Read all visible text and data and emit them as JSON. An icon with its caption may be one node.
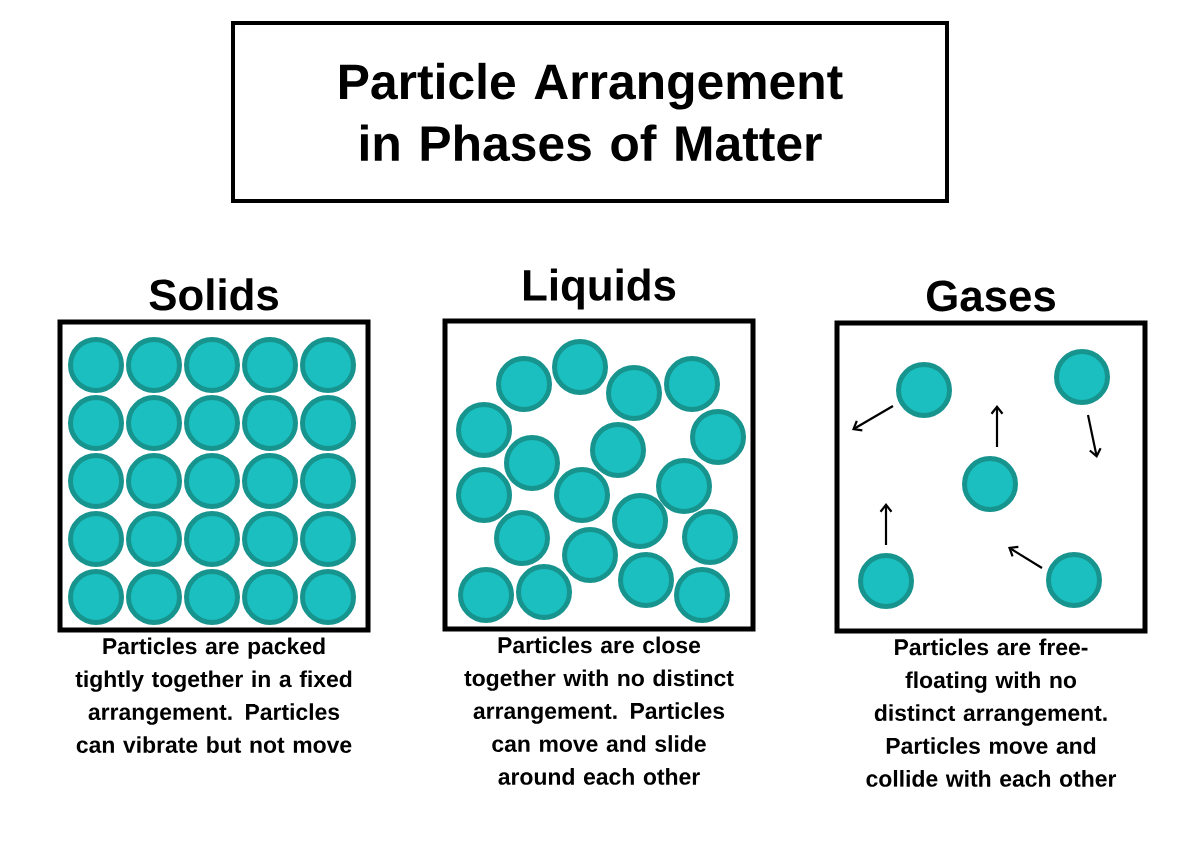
{
  "diagram": {
    "title": "Particle Arrangement in Phases of Matter",
    "nodes": [
      {
        "text": [
          "Solids"
        ],
        "beside": [
          "Particles are packed tightly together in a fixed arrangement. Particles can vibrate but not move"
        ]
      },
      {
        "text": [
          "Liquids"
        ],
        "beside": [
          "Particles are close together with no distinct arrangement. Particles can move and slide around each other"
        ]
      },
      {
        "text": [
          "Gases"
        ],
        "beside": [
          "Particles are free-floating with no distinct arrangement. Particles move and collide with each other"
        ]
      }
    ]
  }
}
